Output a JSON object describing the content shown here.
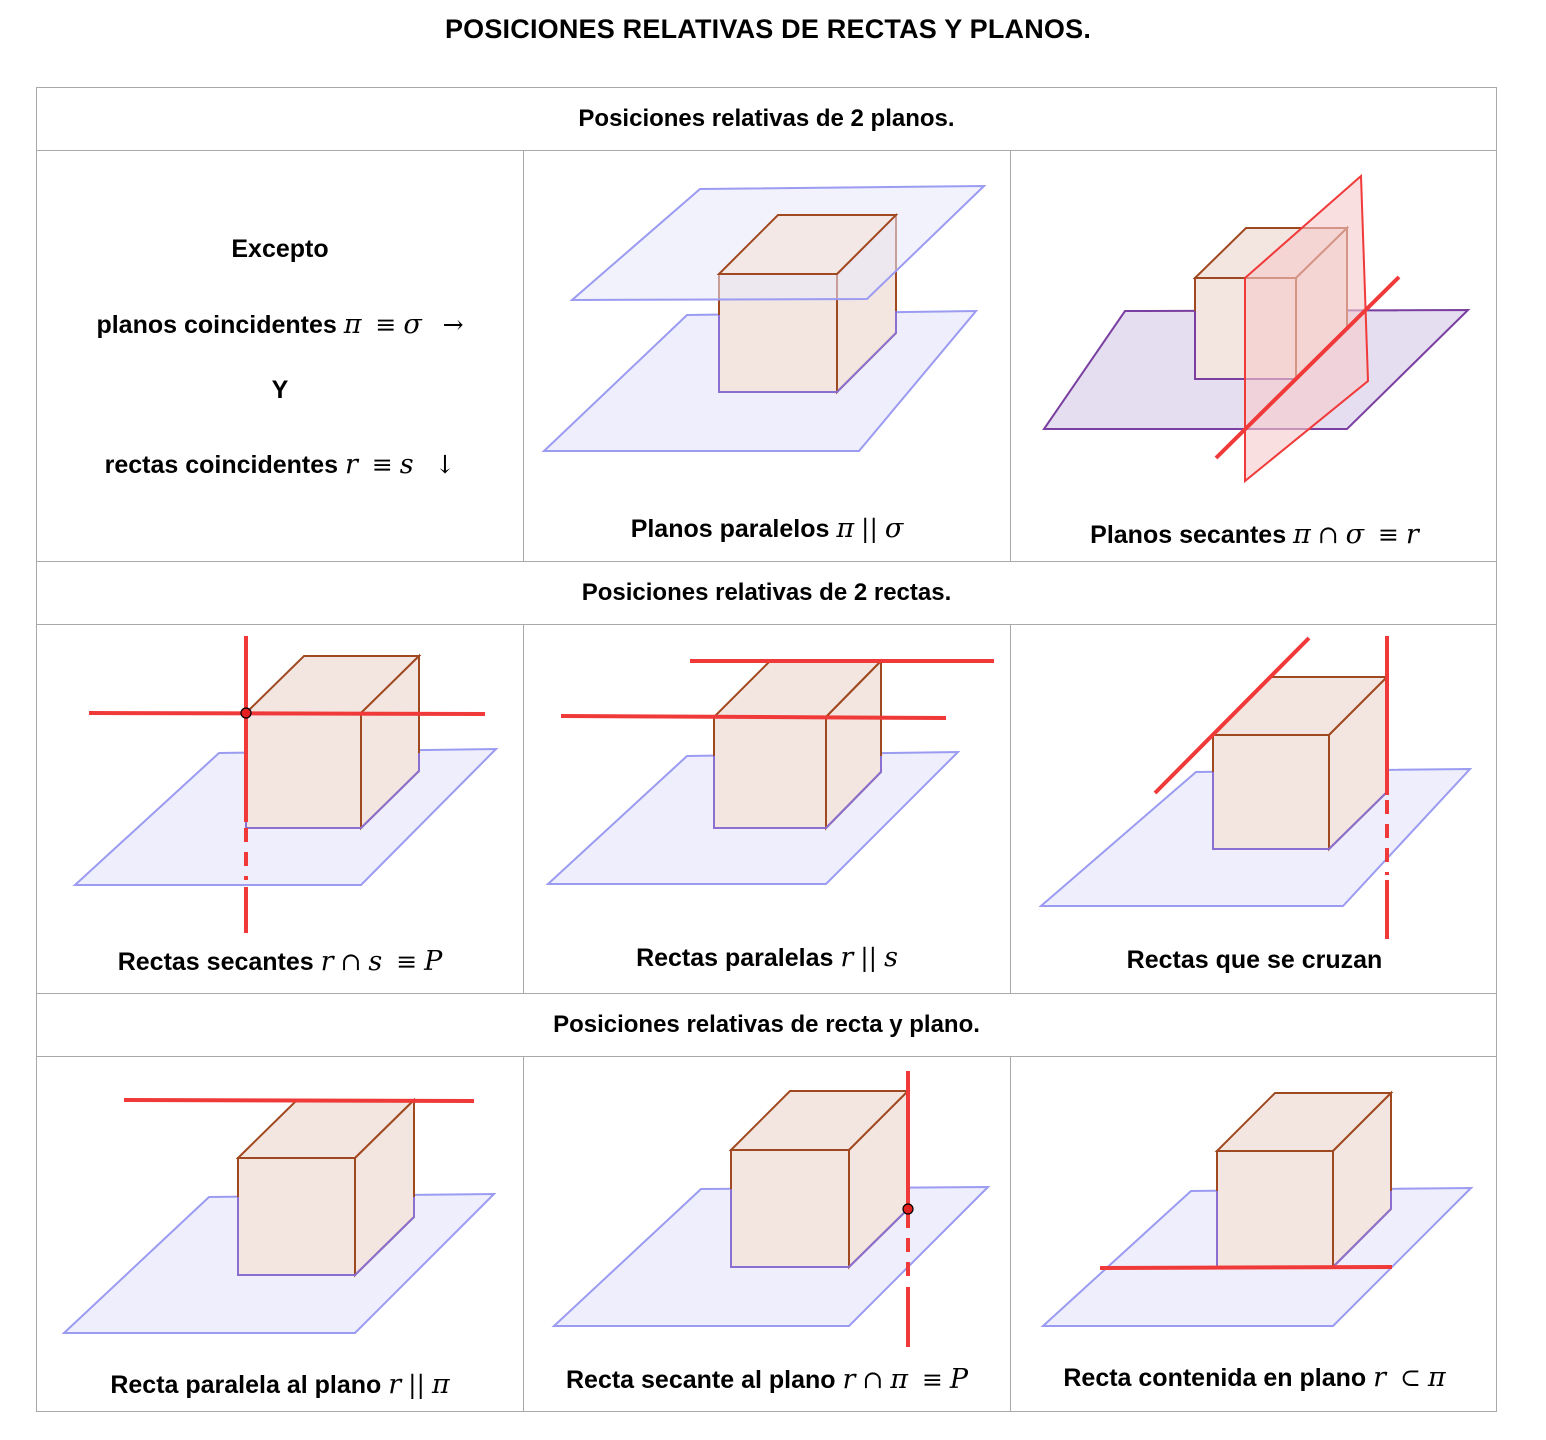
{
  "page": {
    "title": "POSICIONES RELATIVAS DE RECTAS Y PLANOS."
  },
  "sections": [
    {
      "header": "Posiciones relativas de 2 planos."
    },
    {
      "header": "Posiciones relativas de 2 rectas."
    },
    {
      "header": "Posiciones relativas de recta y plano."
    }
  ],
  "intro": {
    "line1": "Excepto",
    "line2_text": "planos coincidentes",
    "line2_math1": "π",
    "line2_op": "≡",
    "line2_math2": "σ",
    "line2_arrow": "→",
    "line3": "Y",
    "line4_text": "rectas coincidentes",
    "line4_math1": "r",
    "line4_op": "≡",
    "line4_math2": "s",
    "line4_arrow": "↓"
  },
  "captions": {
    "planos_paralelos": {
      "text": "Planos paralelos",
      "m1": "π",
      "op": "||",
      "m2": "σ"
    },
    "planos_secantes": {
      "text": "Planos secantes",
      "m1": "π",
      "op1": "∩",
      "m2": "σ",
      "op2": "≡",
      "m3": "r"
    },
    "rectas_secantes": {
      "text": "Rectas secantes",
      "m1": "r",
      "op1": "∩",
      "m2": "s",
      "op2": "≡",
      "m3": "P"
    },
    "rectas_paralelas": {
      "text": "Rectas paralelas",
      "m1": "r",
      "op": "||",
      "m2": "s"
    },
    "rectas_cruzan": {
      "text": "Rectas que se cruzan"
    },
    "recta_paralela_plano": {
      "text": "Recta paralela al plano",
      "m1": "r",
      "op": "||",
      "m2": "π"
    },
    "recta_secante_plano": {
      "text": "Recta secante al plano",
      "m1": "r",
      "op1": "∩",
      "m2": "π",
      "op2": "≡",
      "m3": "P"
    },
    "recta_contenida_plano": {
      "text": "Recta contenida en plano",
      "m1": "r",
      "op": "⊂",
      "m2": "π"
    }
  },
  "colors": {
    "plane_fill": "#eeeefc",
    "plane_stroke": "#9b9bf2",
    "cube_fill": "#f3e6e1",
    "cube_stroke": "#a0481f",
    "line_red": "#f03a3a",
    "purple_plane_fill": "#e5def0",
    "purple_plane_stroke": "#7a3fa0",
    "red_plane_fill": "#f7c9cc",
    "grid_border": "#a9a9a9"
  }
}
